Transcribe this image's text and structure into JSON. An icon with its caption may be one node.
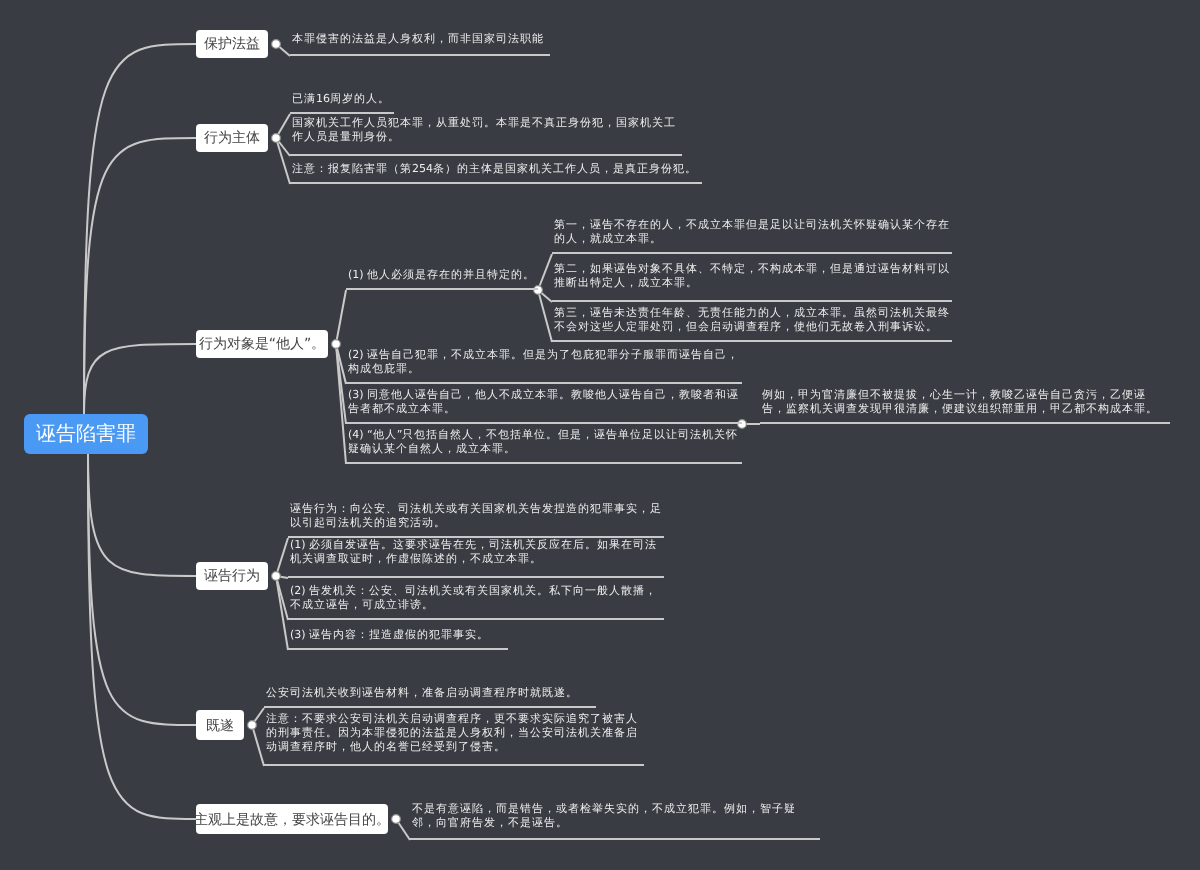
{
  "diagram": {
    "nodes": [
      {
        "text": [
          "诬告陷害罪"
        ]
      },
      {
        "text": [
          "保护法益"
        ]
      },
      {
        "text": [
          "本罪侵害的法益是人身权利，而非国家司法职能"
        ]
      },
      {
        "text": [
          "行为主体"
        ]
      },
      {
        "text": [
          "已满16周岁的人。"
        ]
      },
      {
        "text": [
          "国家机关工作人员犯本罪，从重处罚。本罪是不真正身份犯，国家机关工作人员是量刑身份。"
        ]
      },
      {
        "text": [
          "注意：报复陷害罪（第254条）的主体是国家机关工作人员，是真正身份犯。"
        ]
      },
      {
        "text": [
          "行为对象是“他人”。"
        ]
      },
      {
        "text": [
          "(1) 他人必须是存在的并且特定的。"
        ]
      },
      {
        "text": [
          "第一，诬告不存在的人，不成立本罪但是足以让司法机关怀疑确认某个存在的人，就成立本罪。"
        ]
      },
      {
        "text": [
          "第二，如果诬告对象不具体、不特定，不构成本罪，但是通过诬告材料可以推断出特定人，成立本罪。"
        ]
      },
      {
        "text": [
          "第三，诬告未达责任年龄、无责任能力的人，成立本罪。虽然司法机关最终不会对这些人定罪处罚，但会启动调查程序，使他们无故卷入刑事诉讼。"
        ]
      },
      {
        "text": [
          "(2) 诬告自己犯罪，不成立本罪。但是为了包庇犯罪分子服罪而诬告自己，构成包庇罪。"
        ]
      },
      {
        "text": [
          "(3) 同意他人诬告自己，他人不成立本罪。教唆他人诬告自己，教唆者和诬告者都不成立本罪。"
        ]
      },
      {
        "text": [
          "例如，甲为官清廉但不被提拔，心生一计，教唆乙诬告自己贪污，乙便诬告，监察机关调查发现甲很清廉，便建议组织部重用，甲乙都不构成本罪。"
        ]
      },
      {
        "text": [
          "(4) “他人”只包括自然人，不包括单位。但是，诬告单位足以让司法机关怀疑确认某个自然人，成立本罪。"
        ]
      },
      {
        "text": [
          "诬告行为"
        ]
      },
      {
        "text": [
          "诬告行为：向公安、司法机关或有关国家机关告发捏造的犯罪事实，足以引起司法机关的追究活动。"
        ]
      },
      {
        "text": [
          "(1) 必须自发诬告。这要求诬告在先，司法机关反应在后。如果在司法机关调查取证时，作虚假陈述的，不成立本罪。"
        ]
      },
      {
        "text": [
          "(2) 告发机关：公安、司法机关或有关国家机关。私下向一般人散播，不成立诬告，可成立诽谤。"
        ]
      },
      {
        "text": [
          "(3) 诬告内容：捏造虚假的犯罪事实。"
        ]
      },
      {
        "text": [
          "既遂"
        ]
      },
      {
        "text": [
          "公安司法机关收到诬告材料，准备启动调查程序时就既遂。"
        ]
      },
      {
        "text": [
          "注意：不要求公安司法机关启动调查程序，更不要求实际追究了被害人的刑事责任。因为本罪侵犯的法益是人身权利，当公安司法机关准备启动调查程序时，他人的名誉已经受到了侵害。"
        ]
      },
      {
        "text": [
          "主观上是故意，要求诬告目的。"
        ]
      },
      {
        "text": [
          "不是有意诬陷，而是错告，或者检举失实的，不成立犯罪。例如，智子疑邻，向官府告发，不是诬告。"
        ]
      }
    ],
    "edges": [
      {
        "from": 0,
        "to": 1,
        "arrow": "none"
      },
      {
        "from": 0,
        "to": 3,
        "arrow": "none"
      },
      {
        "from": 0,
        "to": 7,
        "arrow": "none"
      },
      {
        "from": 0,
        "to": 16,
        "arrow": "none"
      },
      {
        "from": 0,
        "to": 21,
        "arrow": "none"
      },
      {
        "from": 0,
        "to": 24,
        "arrow": "none"
      },
      {
        "from": 1,
        "to": 2,
        "arrow": "none"
      },
      {
        "from": 3,
        "to": 4,
        "arrow": "none"
      },
      {
        "from": 3,
        "to": 5,
        "arrow": "none"
      },
      {
        "from": 3,
        "to": 6,
        "arrow": "none"
      },
      {
        "from": 7,
        "to": 8,
        "arrow": "none"
      },
      {
        "from": 8,
        "to": 9,
        "arrow": "none"
      },
      {
        "from": 8,
        "to": 10,
        "arrow": "none"
      },
      {
        "from": 8,
        "to": 11,
        "arrow": "none"
      },
      {
        "from": 7,
        "to": 12,
        "arrow": "none"
      },
      {
        "from": 7,
        "to": 13,
        "arrow": "none"
      },
      {
        "from": 13,
        "to": 14,
        "arrow": "none"
      },
      {
        "from": 7,
        "to": 15,
        "arrow": "none"
      },
      {
        "from": 16,
        "to": 17,
        "arrow": "none"
      },
      {
        "from": 16,
        "to": 18,
        "arrow": "none"
      },
      {
        "from": 16,
        "to": 19,
        "arrow": "none"
      },
      {
        "from": 16,
        "to": 20,
        "arrow": "none"
      },
      {
        "from": 21,
        "to": 22,
        "arrow": "none"
      },
      {
        "from": 21,
        "to": 23,
        "arrow": "none"
      },
      {
        "from": 24,
        "to": 25,
        "arrow": "none"
      }
    ]
  }
}
